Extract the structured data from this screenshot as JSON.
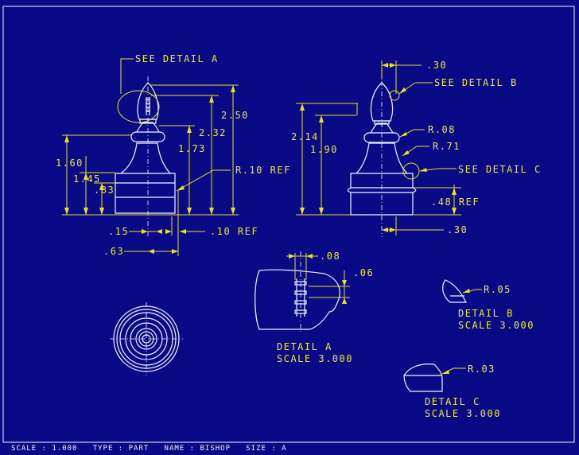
{
  "drawing": {
    "front_view": {
      "callout": "SEE DETAIL  A",
      "dims": [
        "2.50",
        "2.32",
        "1.73",
        "1.60",
        "1.45",
        ".83",
        "R.10 REF",
        ".15",
        ".10 REF",
        ".63"
      ]
    },
    "side_view": {
      "top_dim": ".30",
      "callout_b": "SEE DETAIL  B",
      "callout_c": "SEE DETAIL  C",
      "dims": [
        "2.14",
        "1.90",
        "R.08",
        "R.71",
        ".48 REF",
        ".30"
      ]
    },
    "detail_a": {
      "dims": [
        ".08",
        ".06"
      ],
      "title": "DETAIL  A",
      "scale": "SCALE  3.000"
    },
    "detail_b": {
      "radius": "R.05",
      "title": "DETAIL  B",
      "scale": "SCALE  3.000"
    },
    "detail_c": {
      "radius": "R.03",
      "title": "DETAIL  C",
      "scale": "SCALE  3.000"
    }
  },
  "status_bar": "SCALE : 1.000   TYPE : PART   NAME : BISHOP   SIZE : A",
  "colors": {
    "background": "#0a0a86",
    "geometry": "#f4f4ff",
    "annotation": "#e8e020"
  }
}
